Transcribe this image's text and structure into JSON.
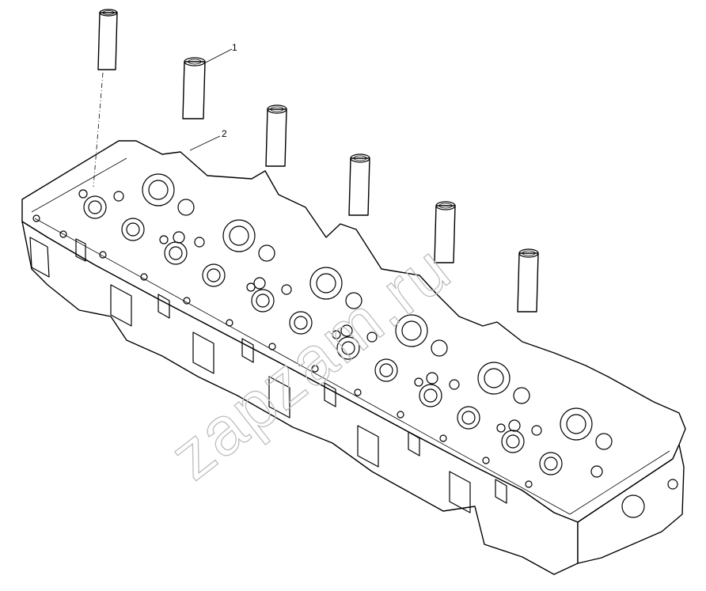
{
  "callouts": [
    {
      "label": "1",
      "part": "sleeve"
    },
    {
      "label": "2",
      "part": "cylinder-head"
    }
  ],
  "watermark": "zapzam.ru",
  "colors": {
    "line": "#000000",
    "watermark": "#bdbdbd",
    "background": "#ffffff"
  },
  "sleeve_count": 6
}
